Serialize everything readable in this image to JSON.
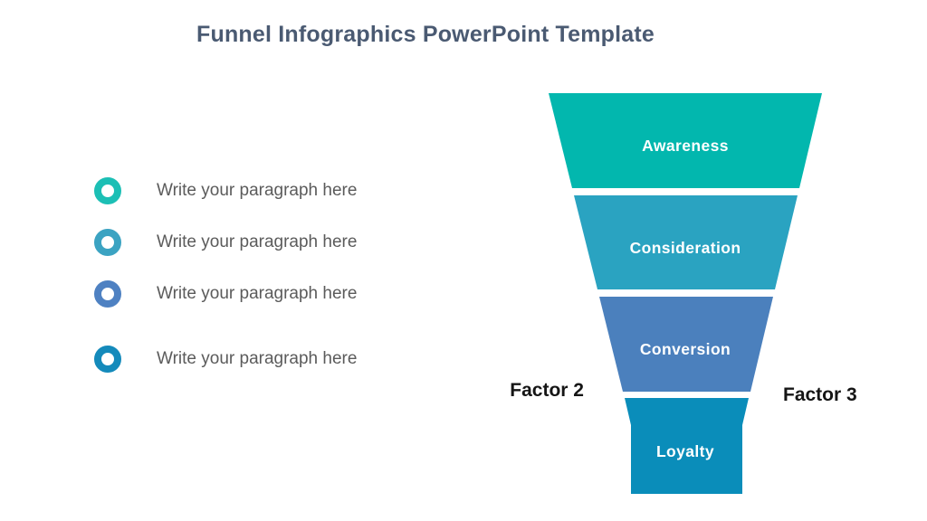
{
  "slide": {
    "title": "Funnel Infographics PowerPoint Template"
  },
  "bullets": [
    {
      "label": "Write your paragraph here",
      "color": "#1CBFB5"
    },
    {
      "label": "Write your paragraph here",
      "color": "#3BA3C2"
    },
    {
      "label": "Write your paragraph here",
      "color": "#4E81C2"
    },
    {
      "label": "Write your paragraph here",
      "color": "#148ABB"
    }
  ],
  "funnel": {
    "segments": [
      {
        "label": "Awareness",
        "color": "#02B7AE"
      },
      {
        "label": "Consideration",
        "color": "#2AA3C1"
      },
      {
        "label": "Conversion",
        "color": "#4B80BD"
      },
      {
        "label": "Loyalty",
        "color": "#0A8DBA"
      }
    ],
    "left_label": "Factor 2",
    "right_label": "Factor 3"
  },
  "colors": {
    "title_text": "#4A5A72",
    "body_text": "#5B5B5B",
    "factor_text": "#151515",
    "background": "#FFFFFF"
  }
}
